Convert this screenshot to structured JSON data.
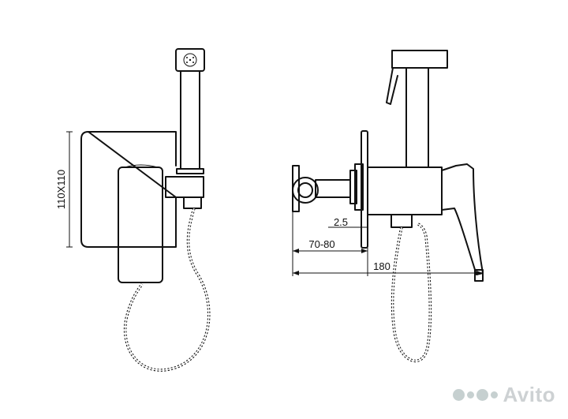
{
  "dimensions": {
    "plate_size": "110X110",
    "wall_gap": "2.5",
    "depth_range": "70-80",
    "total_length": "180"
  },
  "watermark": {
    "text": "Avito"
  }
}
